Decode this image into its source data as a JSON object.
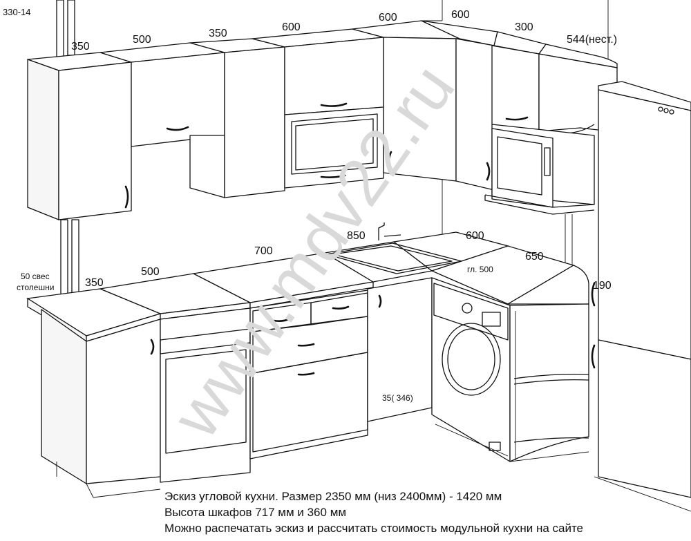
{
  "code_label": "330-14",
  "watermark": "www.mdv22.ru",
  "upper_dims": {
    "d1": "350",
    "d2": "500",
    "d3": "350",
    "d4": "600",
    "d5": "600",
    "d6": "600",
    "d7": "300",
    "d8": "544(нест.)"
  },
  "lower_dims": {
    "d1": "350",
    "d2": "500",
    "d3": "700",
    "d4": "850",
    "d5": "600",
    "d6": "650",
    "d7": "190"
  },
  "overhang_label": {
    "line1": "50 свес",
    "line2": "столешни"
  },
  "depth_label": "гл. 500",
  "cabinet_note": "35( 346)",
  "caption": {
    "line1": "Эскиз угловой кухни. Размер 2350 мм  (низ 2400мм) - 1420 мм",
    "line2": "Высота шкафов 717 мм и 360 мм",
    "line3": "Можно распечатать эскиз и рассчитать стоимость модульной кухни на сайте"
  }
}
